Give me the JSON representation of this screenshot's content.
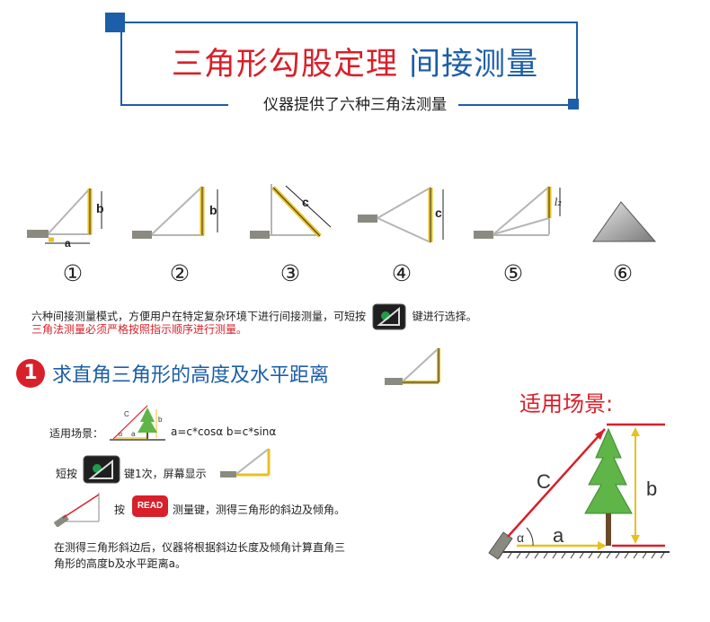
{
  "header": {
    "title_red": "三角形勾股定理",
    "title_blue": "间接测量",
    "subtitle": "仪器提供了六种三角法测量"
  },
  "diagrams": [
    {
      "label": "①",
      "letters": [
        "b",
        "a"
      ]
    },
    {
      "label": "②",
      "letters": [
        "b"
      ]
    },
    {
      "label": "③",
      "letters": [
        "c"
      ]
    },
    {
      "label": "④",
      "letters": [
        "c"
      ]
    },
    {
      "label": "⑤",
      "letters": [
        "l₂"
      ]
    },
    {
      "label": "⑥",
      "letters": []
    }
  ],
  "description": {
    "line1_a": "六种间接测量模式，方便用户在特定复杂环境下进行间接测量，可短按",
    "line1_b": "键进行选择。",
    "line2": "三角法测量必须严格按照指示顺序进行测量。"
  },
  "section1": {
    "number": "1",
    "title": "求直角三角形的高度及水平距离",
    "scene_label": "适用场景：",
    "formula": "a=c*cosα b=c*sinα",
    "step1_a": "短按",
    "step1_b": "键1次，屏幕显示",
    "step2_a": "按",
    "step2_key": "READ",
    "step2_b": "测量键，测得三角形的斜边及倾角。",
    "note_line1": "在测得三角形斜边后，仪器将根据斜边长度及倾角计算直角三",
    "note_line2": "角形的高度b及水平距离a。",
    "mini_letters": {
      "c": "C",
      "b": "b",
      "a": "a",
      "alpha": "α"
    }
  },
  "scene": {
    "title": "适用场景:",
    "label_c": "C",
    "label_b": "b",
    "label_a": "a",
    "label_alpha": "α"
  },
  "colors": {
    "red": "#d8202a",
    "blue": "#1c5ea8",
    "yellow": "#e8c020",
    "gray": "#b0b0b0"
  }
}
